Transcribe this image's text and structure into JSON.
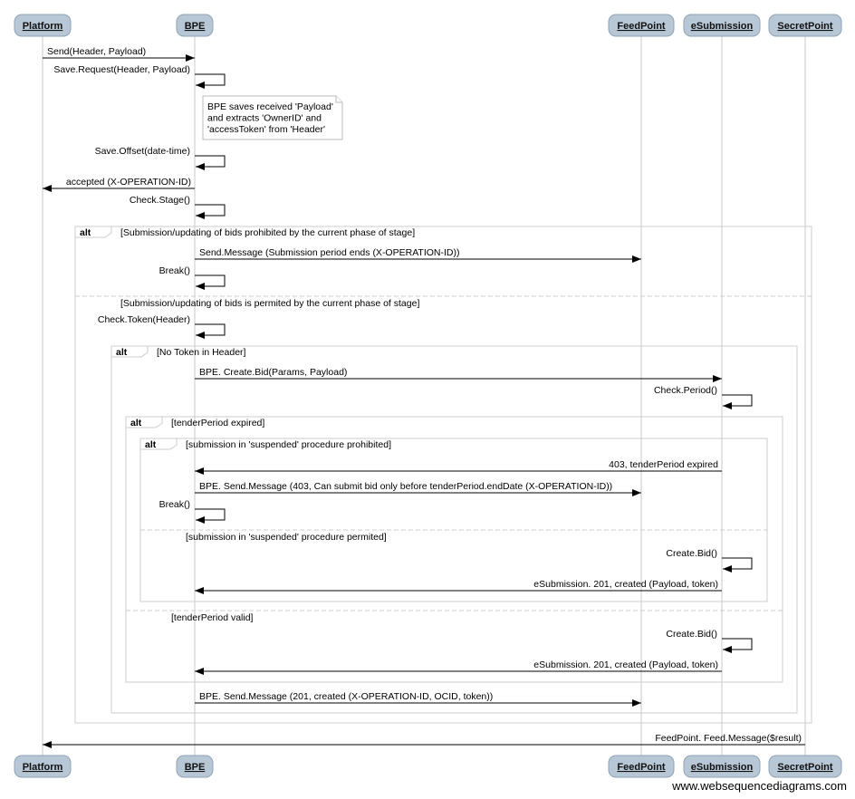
{
  "participants": [
    "Platform",
    "BPE",
    "FeedPoint",
    "eSubmission",
    "SecretPoint"
  ],
  "messages": [
    {
      "label": "Send(Header, Payload)"
    },
    {
      "label": "Save.Request(Header, Payload)"
    },
    {
      "label": "Save.Offset(date-time)"
    },
    {
      "label": "accepted (X-OPERATION-ID)"
    },
    {
      "label": "Check.Stage()"
    },
    {
      "label": "Send.Message (Submission period ends (X-OPERATION-ID))"
    },
    {
      "label": "Break()"
    },
    {
      "label": "Check.Token(Header)"
    },
    {
      "label": "BPE. Create.Bid(Params, Payload)"
    },
    {
      "label": "Check.Period()"
    },
    {
      "label": "403, tenderPeriod expired"
    },
    {
      "label": "BPE. Send.Message (403, Can submit bid only before tenderPeriod.endDate (X-OPERATION-ID))"
    },
    {
      "label": "Break()"
    },
    {
      "label": "Create.Bid()"
    },
    {
      "label": "eSubmission. 201, created (Payload, token)"
    },
    {
      "label": "Create.Bid()"
    },
    {
      "label": "eSubmission. 201, created (Payload, token)"
    },
    {
      "label": "BPE. Send.Message (201, created (X-OPERATION-ID, OCID, token))"
    },
    {
      "label": "FeedPoint. Feed.Message($result)"
    }
  ],
  "note": {
    "lines": [
      "BPE saves received 'Payload'",
      "and extracts 'OwnerID' and",
      "'accessToken' from 'Header'"
    ]
  },
  "frames": [
    {
      "keyword": "alt",
      "conditions": [
        "[Submission/updating of bids prohibited by the current phase of stage]",
        "[Submission/updating of bids is permited by the current phase of stage]"
      ]
    },
    {
      "keyword": "alt",
      "conditions": [
        "[No Token in Header]"
      ]
    },
    {
      "keyword": "alt",
      "conditions": [
        "[tenderPeriod expired]",
        "[tenderPeriod valid]"
      ]
    },
    {
      "keyword": "alt",
      "conditions": [
        "[submission in 'suspended' procedure prohibited]",
        "[submission in 'suspended' procedure permited]"
      ]
    }
  ],
  "watermark": "www.websequencediagrams.com"
}
